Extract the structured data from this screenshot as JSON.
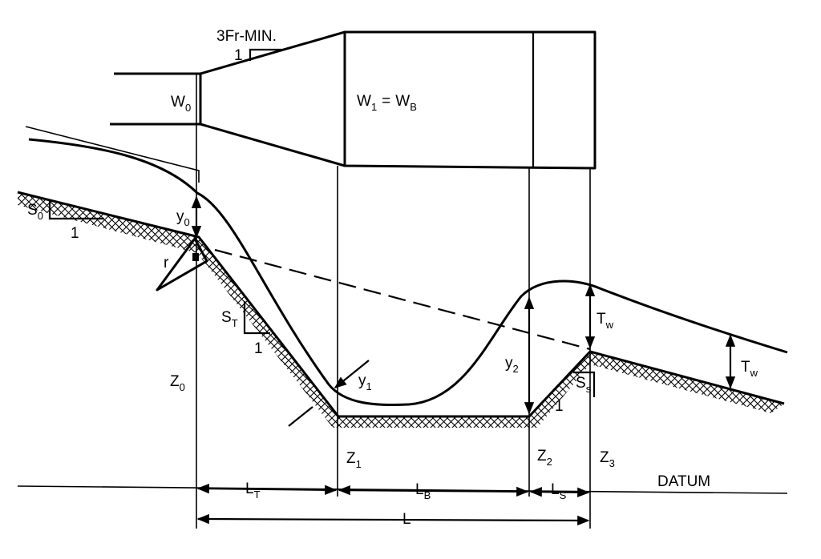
{
  "plan_view": {
    "flare_label": "3Fr-MIN.",
    "flare_one": "1",
    "w0": {
      "main": "W",
      "sub": "0"
    },
    "w1": {
      "main": "W",
      "sub": "1",
      "eq": "=",
      "main2": "W",
      "sub2": "B"
    }
  },
  "profile": {
    "s0": {
      "main": "S",
      "sub": "0"
    },
    "s0_one": "1",
    "y0": {
      "main": "y",
      "sub": "0"
    },
    "r": "r",
    "st": {
      "main": "S",
      "sub": "T"
    },
    "st_one": "1",
    "y1": {
      "main": "y",
      "sub": "1"
    },
    "y2": {
      "main": "y",
      "sub": "2"
    },
    "tw_a": {
      "main": "T",
      "sub": "w"
    },
    "tw_b": {
      "main": "T",
      "sub": "w"
    },
    "ss": {
      "main": "S",
      "sub": "s"
    },
    "ss_one": "1",
    "z0": {
      "main": "Z",
      "sub": "0"
    },
    "z1": {
      "main": "Z",
      "sub": "1"
    },
    "z2": {
      "main": "Z",
      "sub": "2"
    },
    "z3": {
      "main": "Z",
      "sub": "3"
    }
  },
  "dimensions": {
    "lt": {
      "main": "L",
      "sub": "T"
    },
    "lb": {
      "main": "L",
      "sub": "B"
    },
    "ls": {
      "main": "L",
      "sub": "S"
    },
    "l": "L",
    "datum": "DATUM"
  }
}
